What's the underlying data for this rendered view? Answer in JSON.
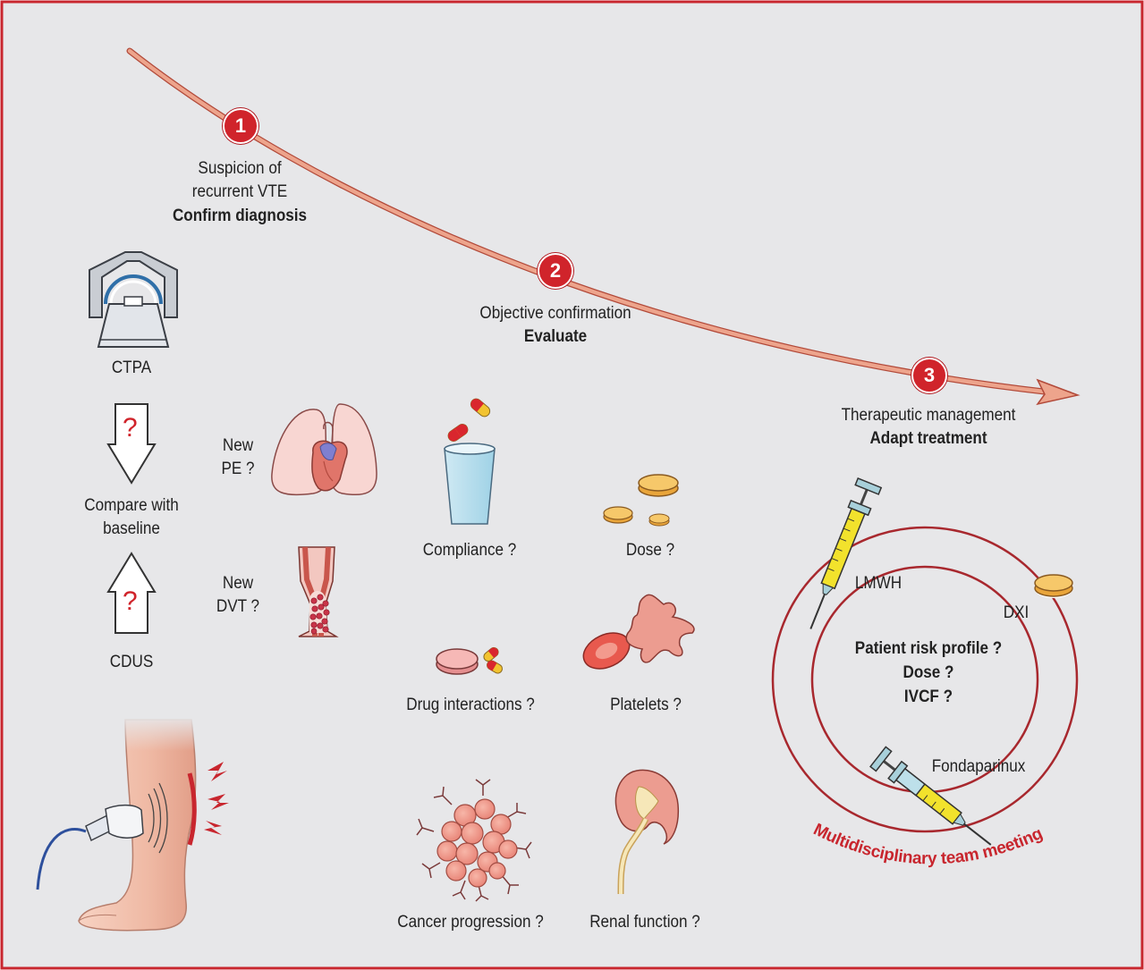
{
  "steps": [
    {
      "number": "1",
      "line1": "Suspicion of",
      "line2": "recurrent VTE",
      "action": "Confirm diagnosis"
    },
    {
      "number": "2",
      "line1": "Objective confirmation",
      "action": "Evaluate"
    },
    {
      "number": "3",
      "line1": "Therapeutic management",
      "action": "Adapt treatment"
    }
  ],
  "imaging": {
    "ctpa": "CTPA",
    "compare_line1": "Compare with",
    "compare_line2": "baseline",
    "cdus": "CDUS",
    "question_mark": "?"
  },
  "findings": {
    "pe_line1": "New",
    "pe_line2": "PE ?",
    "dvt_line1": "New",
    "dvt_line2": "DVT ?"
  },
  "evaluate_items": {
    "compliance": "Compliance ?",
    "dose": "Dose ?",
    "drug_interactions": "Drug interactions ?",
    "platelets": "Platelets ?",
    "cancer_progression": "Cancer progression ?",
    "renal_function": "Renal function ?"
  },
  "treatment": {
    "lmwh": "LMWH",
    "dxi": "DXI",
    "fondaparinux": "Fondaparinux",
    "risk_profile": "Patient risk profile ?",
    "dose": "Dose ?",
    "ivcf": "IVCF ?",
    "team_meeting": "Multidisciplinary team meeting"
  },
  "colors": {
    "background": "#e7e7e9",
    "frame": "#c8262e",
    "accent_red": "#d0242b",
    "timeline": "#e9a28a",
    "circle_stroke": "#a8282e",
    "pill_orange": "#f3c067",
    "skin": "#f3c2b0"
  }
}
